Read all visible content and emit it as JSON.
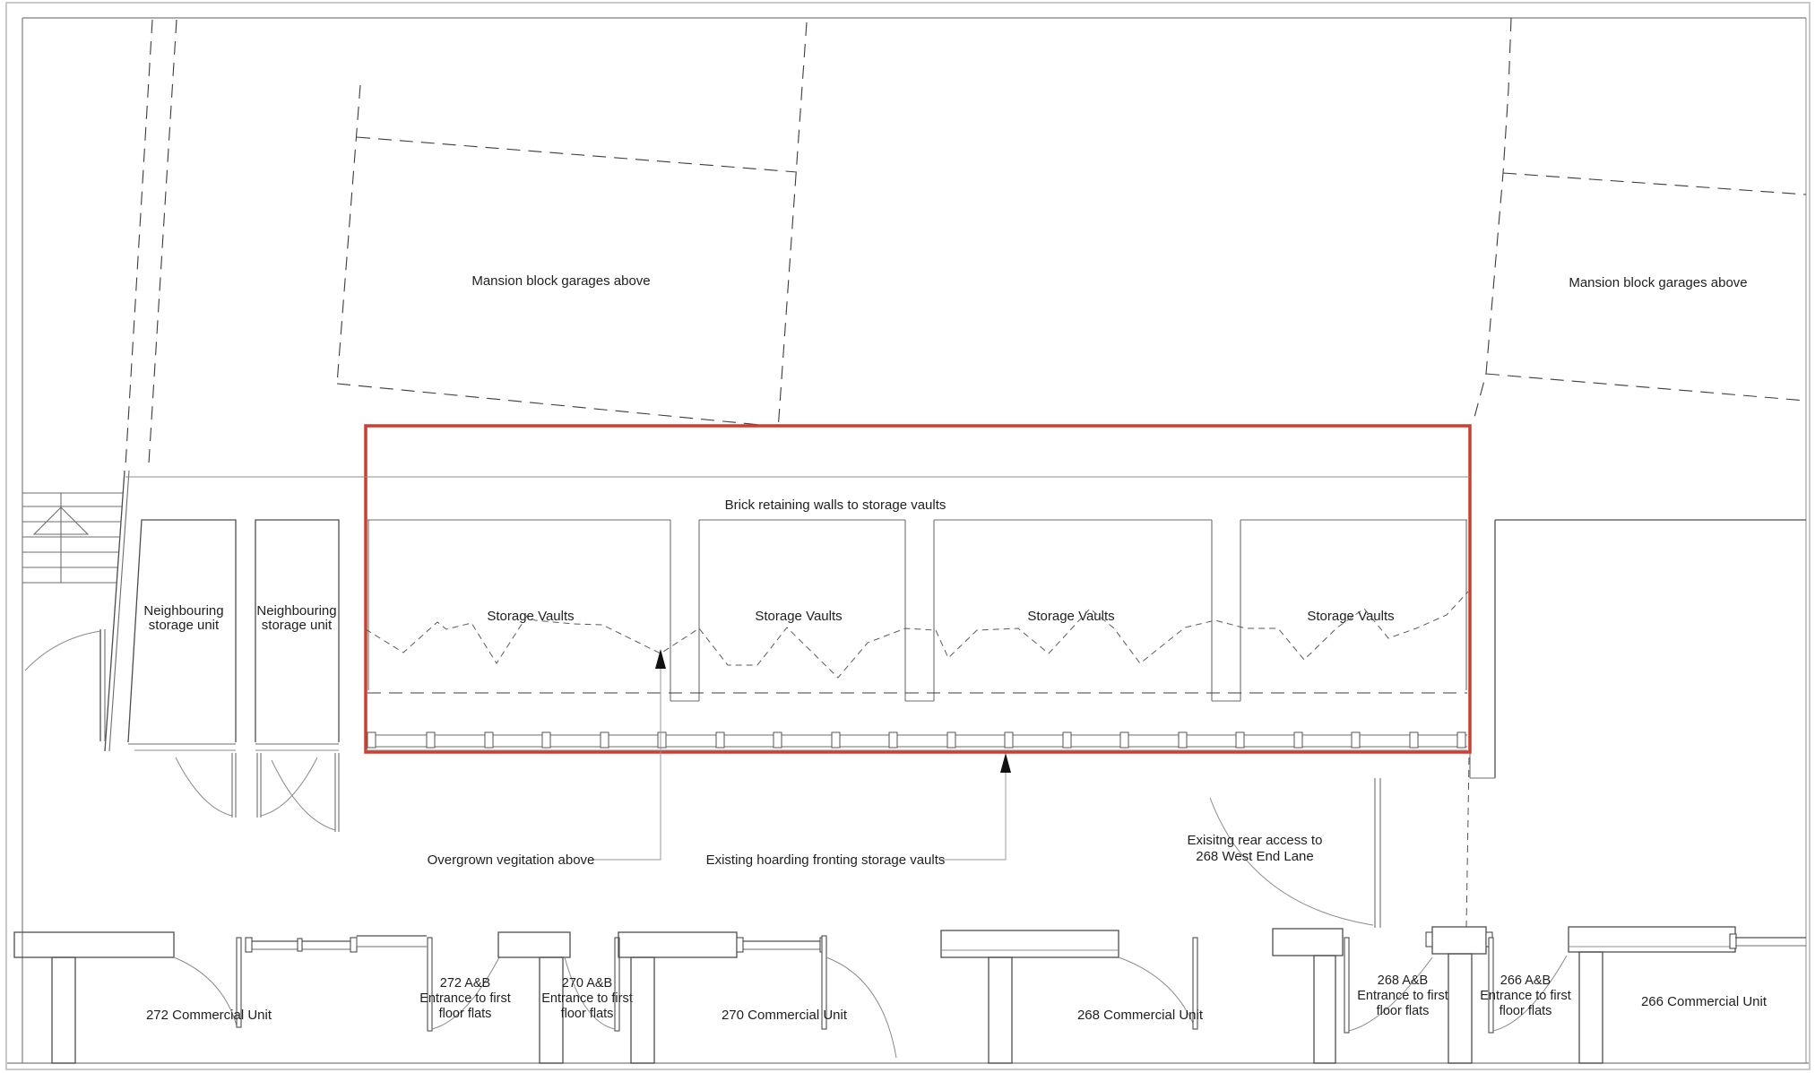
{
  "drawing": {
    "parcels": {
      "left_garage_label": "Mansion block garages above",
      "right_garage_label": "Mansion block garages above"
    },
    "site": {
      "brick_label": "Brick retaining walls to storage vaults",
      "vault_label": "Storage Vaults",
      "neighbour_line1": "Neighbouring",
      "neighbour_line2": "storage unit"
    },
    "annotations": {
      "vegetation": "Overgrown vegitation above",
      "hoarding": "Existing hoarding fronting storage vaults",
      "rear_access_line1": "Exisitng rear access to",
      "rear_access_line2": "268 West End Lane"
    },
    "units": {
      "u272": "272 Commercial Unit",
      "u270": "270 Commercial Unit",
      "u268": "268 Commercial Unit",
      "u266": "266 Commercial Unit",
      "e272": {
        "line1": "272 A&B",
        "line2": "Entrance to first",
        "line3": "floor flats"
      },
      "e270": {
        "line1": "270 A&B",
        "line2": "Entrance to first",
        "line3": "floor flats"
      },
      "e268": {
        "line1": "268 A&B",
        "line2": "Entrance to first",
        "line3": "floor flats"
      },
      "e266": {
        "line1": "266 A&B",
        "line2": "Entrance to first",
        "line3": "floor flats"
      }
    },
    "colors": {
      "highlight": "#d23c2c"
    }
  }
}
